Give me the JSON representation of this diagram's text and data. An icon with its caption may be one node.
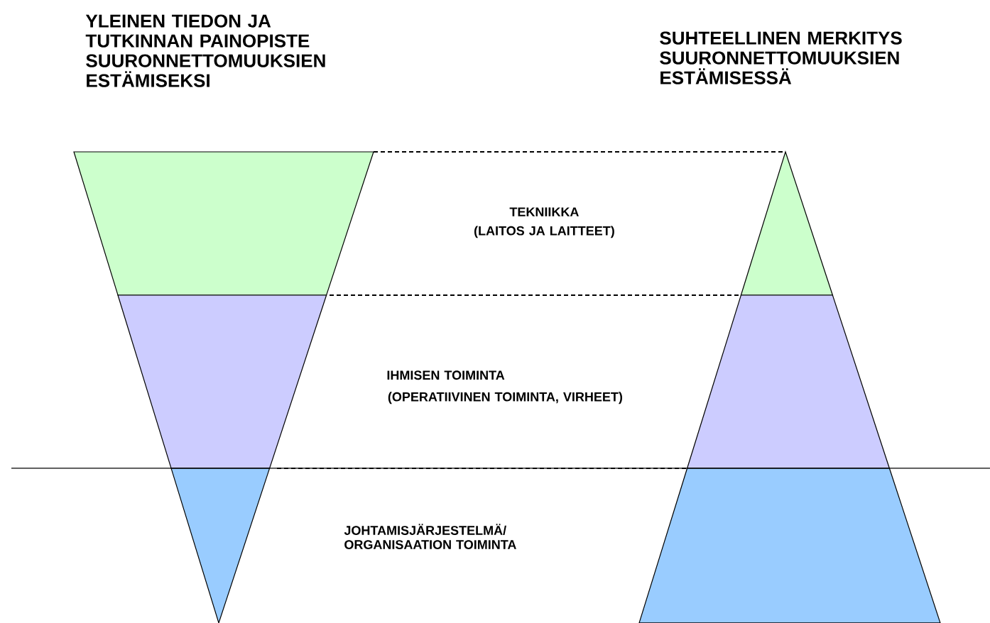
{
  "diagram": {
    "labels": [
      "YLEINEN TIEDON JA TUTKINNAN PAINOPISTE SUURONNETTOMUUKSIEN ESTÄMISEKSI",
      "SUHTEELLINEN MERKITYS SUURONNETTOMUUKSIEN ESTÄMISESSÄ",
      "TEKNIIKKA",
      "(LAITOS JA LAITTEET)",
      "IHMISEN TOIMINTA",
      "(OPERATIIVINEN TOIMINTA, VIRHEET)",
      "JOHTAMISJÄRJESTELMÄ/ ORGANISAATION TOIMINTA"
    ]
  }
}
